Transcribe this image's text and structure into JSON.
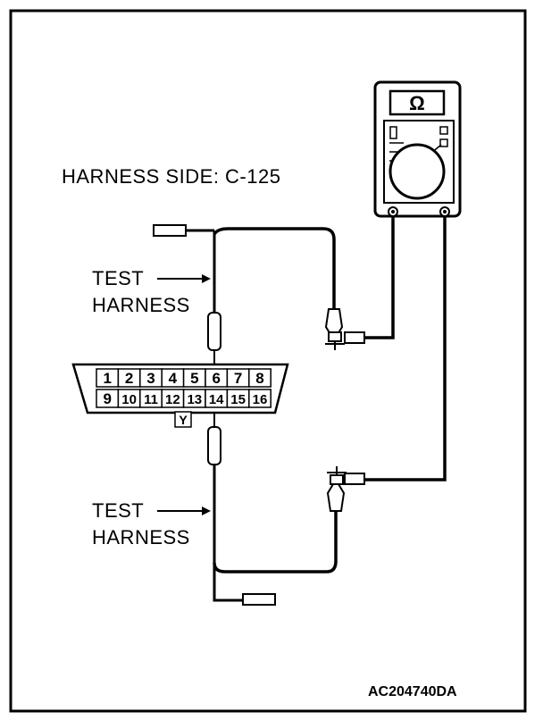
{
  "title": "HARNESS SIDE: C-125",
  "meter_symbol": "Ω",
  "test_harness_upper": {
    "line1": "TEST",
    "line2": "HARNESS"
  },
  "test_harness_lower": {
    "line1": "TEST",
    "line2": "HARNESS"
  },
  "connector": {
    "top_row": [
      "1",
      "2",
      "3",
      "4",
      "5",
      "6",
      "7",
      "8"
    ],
    "bottom_row": [
      "9",
      "10",
      "11",
      "12",
      "13",
      "14",
      "15",
      "16"
    ],
    "wire_color": "Y"
  },
  "figure_code": "AC204740DA"
}
